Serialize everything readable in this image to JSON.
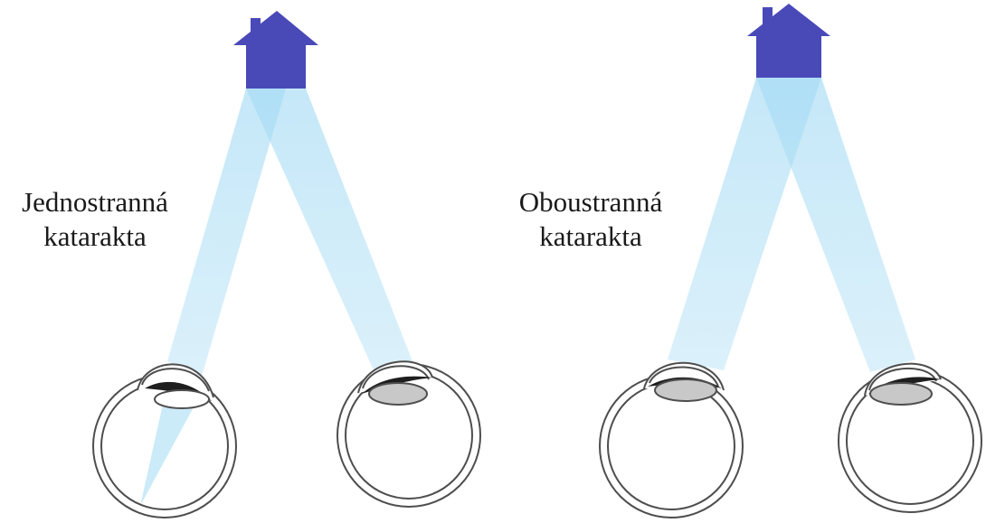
{
  "panels": {
    "left": {
      "label_line1": "Jednostranná",
      "label_line2": "katarakta"
    },
    "right": {
      "label_line1": "Oboustranná",
      "label_line2": "katarakta"
    }
  },
  "colors": {
    "house": "#4a49b8",
    "light_beam": "#a9dcf5",
    "beam_overlap": "#8fd0f0",
    "eye_outline": "#555555",
    "cataract_lens": "#c8c8c8",
    "clear_lens": "#ffffff",
    "cornea_dark": "#1e1e1e"
  }
}
